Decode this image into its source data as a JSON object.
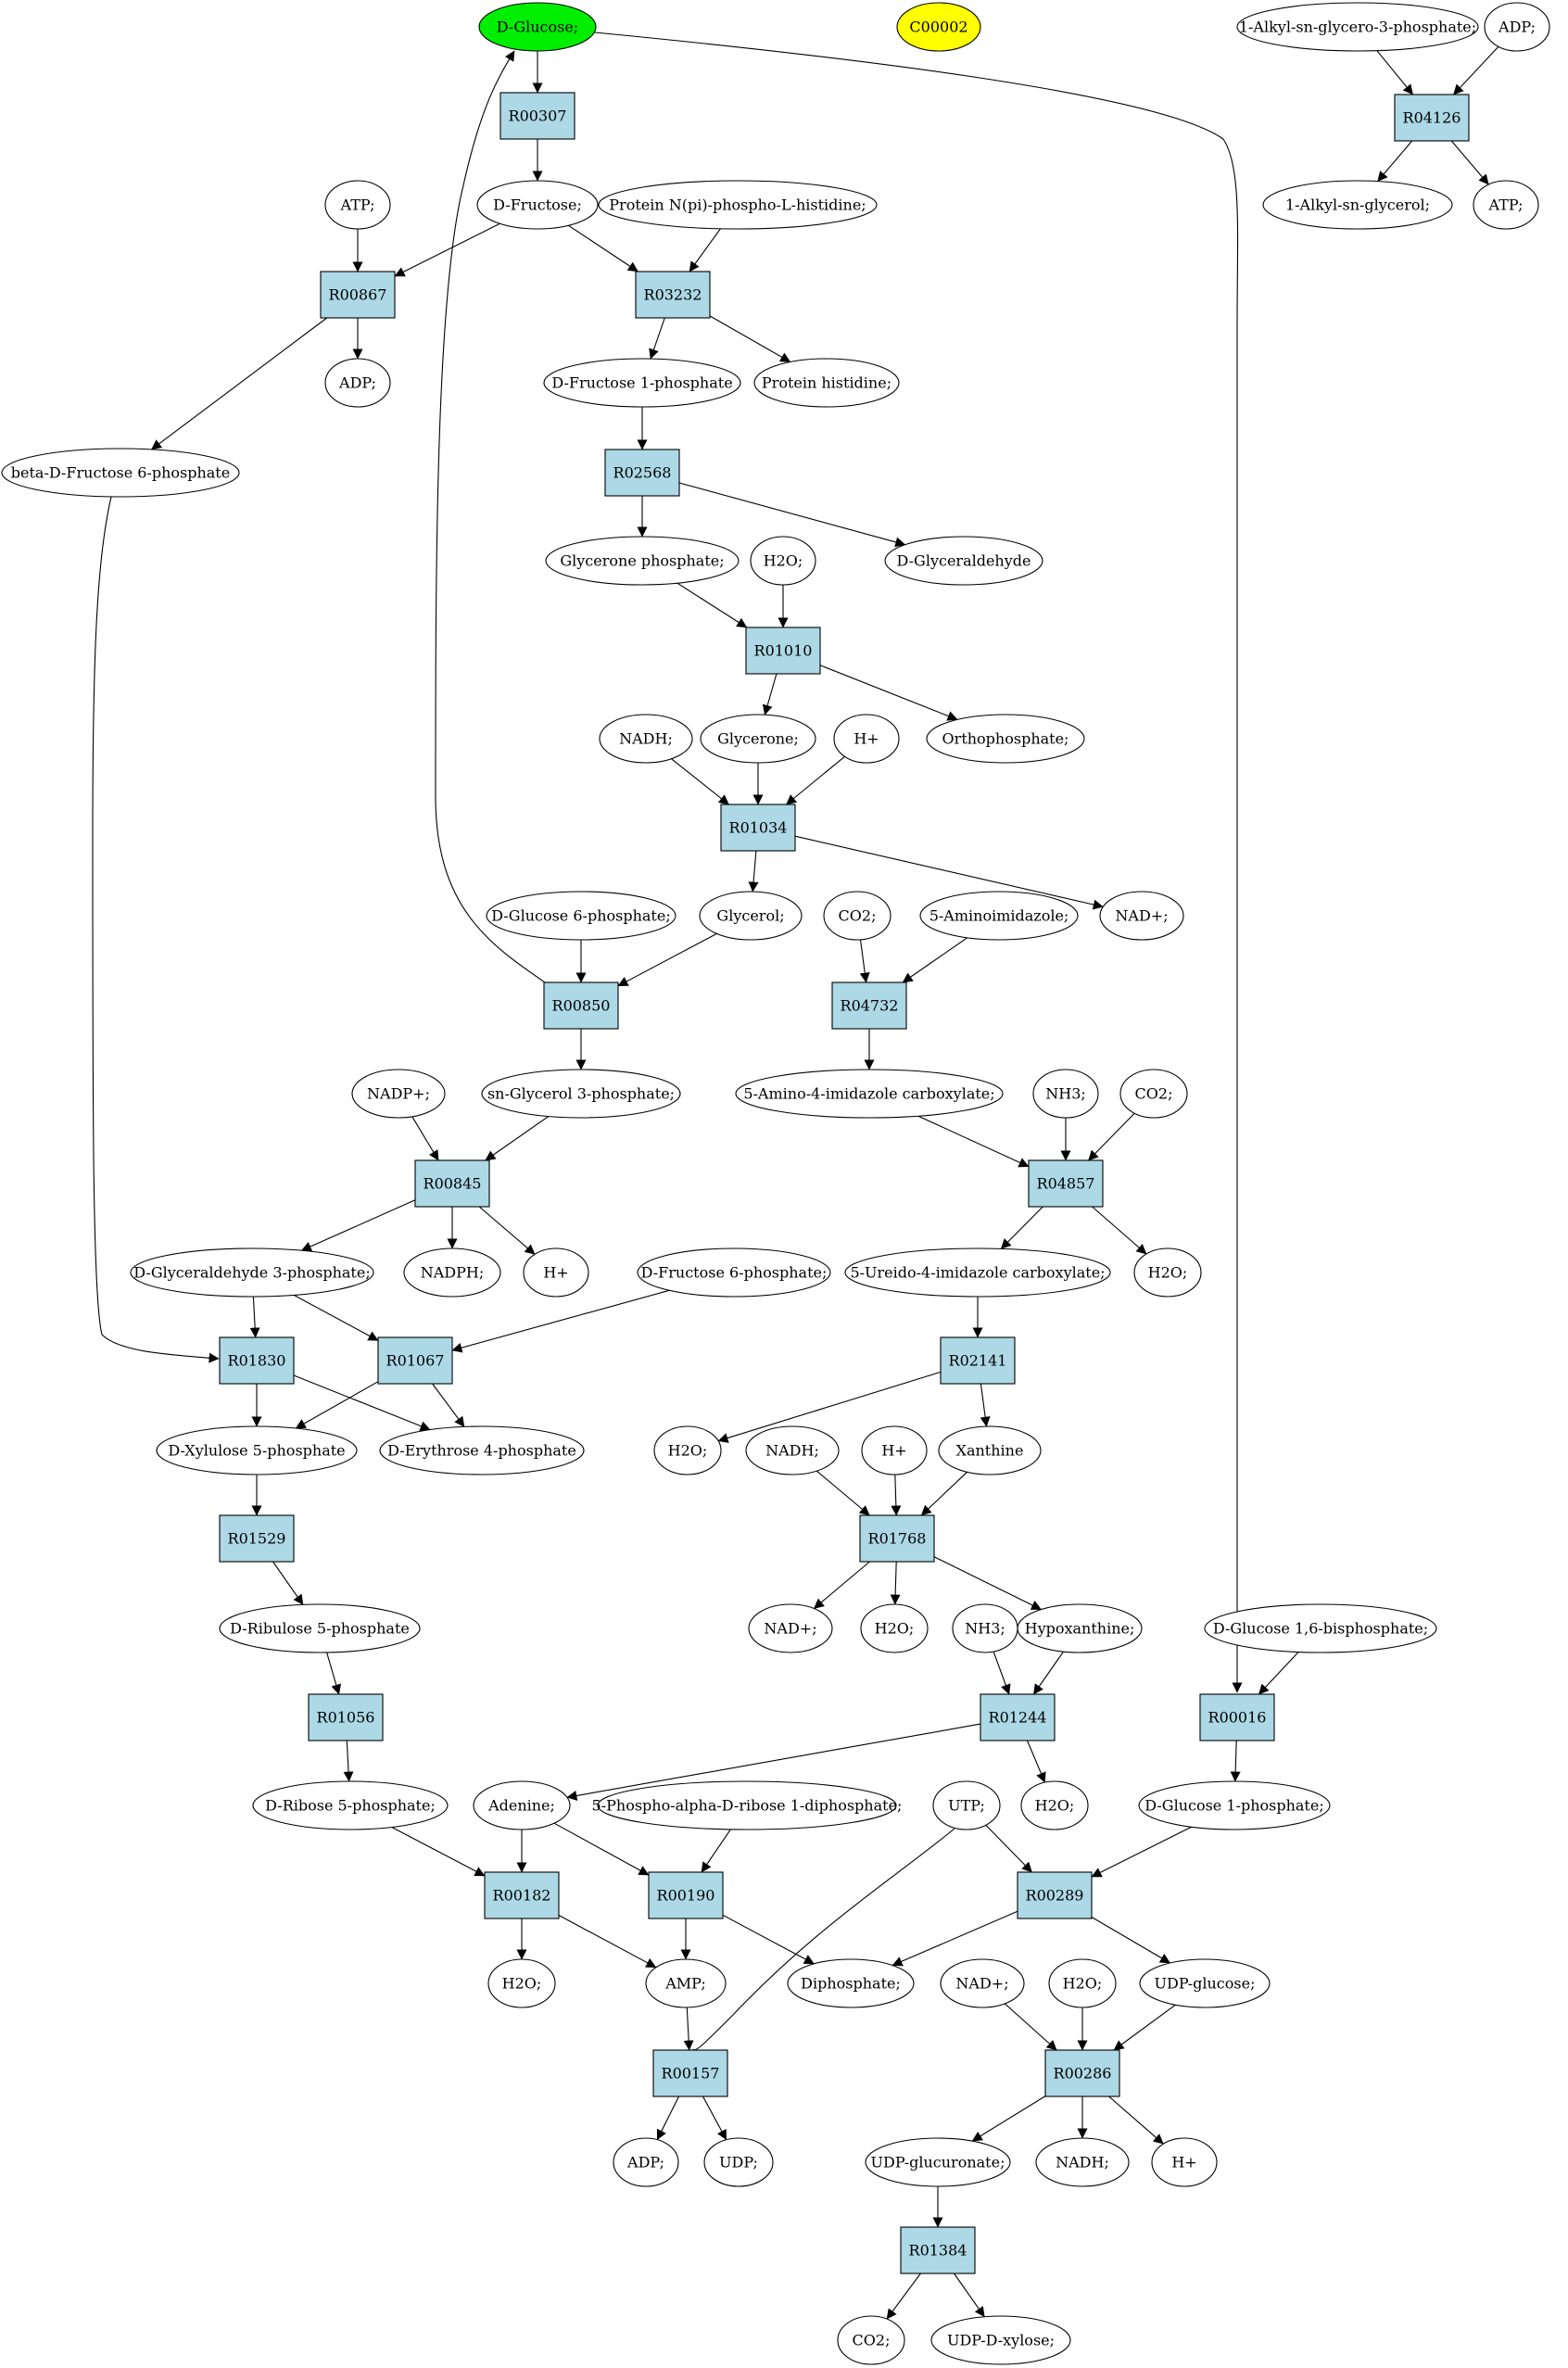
{
  "colors": {
    "reaction_fill": "#add8e6",
    "compound_fill": "#ffffff",
    "root_fill": "#00ee00",
    "highlight_fill": "#ffff00",
    "stroke": "#000000"
  },
  "nodes": [
    {
      "id": "glc",
      "label": "D-Glucose;",
      "kind": "compound",
      "style": "root"
    },
    {
      "id": "c00002",
      "label": "C00002",
      "kind": "compound",
      "style": "highlight"
    },
    {
      "id": "alkg3p",
      "label": "1-Alkyl-sn-glycero-3-phosphate;",
      "kind": "compound"
    },
    {
      "id": "adp_a",
      "label": "ADP;",
      "kind": "compound"
    },
    {
      "id": "R04126",
      "label": "R04126",
      "kind": "reaction"
    },
    {
      "id": "alkg",
      "label": "1-Alkyl-sn-glycerol;",
      "kind": "compound"
    },
    {
      "id": "atp_a",
      "label": "ATP;",
      "kind": "compound"
    },
    {
      "id": "R00307",
      "label": "R00307",
      "kind": "reaction"
    },
    {
      "id": "fru",
      "label": "D-Fructose;",
      "kind": "compound"
    },
    {
      "id": "atp1",
      "label": "ATP;",
      "kind": "compound"
    },
    {
      "id": "phis",
      "label": "Protein N(pi)-phospho-L-histidine;",
      "kind": "compound"
    },
    {
      "id": "R00867",
      "label": "R00867",
      "kind": "reaction"
    },
    {
      "id": "R03232",
      "label": "R03232",
      "kind": "reaction"
    },
    {
      "id": "adp1",
      "label": "ADP;",
      "kind": "compound"
    },
    {
      "id": "f1p",
      "label": "D-Fructose 1-phosphate",
      "kind": "compound"
    },
    {
      "id": "phist",
      "label": "Protein histidine;",
      "kind": "compound"
    },
    {
      "id": "bf6p",
      "label": "beta-D-Fructose 6-phosphate",
      "kind": "compound"
    },
    {
      "id": "R02568",
      "label": "R02568",
      "kind": "reaction"
    },
    {
      "id": "gnp",
      "label": "Glycerone phosphate;",
      "kind": "compound"
    },
    {
      "id": "h2o_1",
      "label": "H2O;",
      "kind": "compound"
    },
    {
      "id": "glyald",
      "label": "D-Glyceraldehyde",
      "kind": "compound"
    },
    {
      "id": "R01010",
      "label": "R01010",
      "kind": "reaction"
    },
    {
      "id": "nadh1",
      "label": "NADH;",
      "kind": "compound"
    },
    {
      "id": "glycerone",
      "label": "Glycerone;",
      "kind": "compound"
    },
    {
      "id": "hplus1",
      "label": "H+",
      "kind": "compound"
    },
    {
      "id": "ortho",
      "label": "Orthophosphate;",
      "kind": "compound"
    },
    {
      "id": "R01034",
      "label": "R01034",
      "kind": "reaction"
    },
    {
      "id": "nadp1",
      "label": "NAD+;",
      "kind": "compound"
    },
    {
      "id": "g6p",
      "label": "D-Glucose 6-phosphate;",
      "kind": "compound"
    },
    {
      "id": "glycerol",
      "label": "Glycerol;",
      "kind": "compound"
    },
    {
      "id": "co2_1",
      "label": "CO2;",
      "kind": "compound"
    },
    {
      "id": "aimid",
      "label": "5-Aminoimidazole;",
      "kind": "compound"
    },
    {
      "id": "R00850",
      "label": "R00850",
      "kind": "reaction"
    },
    {
      "id": "R04732",
      "label": "R04732",
      "kind": "reaction"
    },
    {
      "id": "nadpplus",
      "label": "NADP+;",
      "kind": "compound"
    },
    {
      "id": "g3p",
      "label": "sn-Glycerol 3-phosphate;",
      "kind": "compound"
    },
    {
      "id": "aic",
      "label": "5-Amino-4-imidazole carboxylate;",
      "kind": "compound"
    },
    {
      "id": "nh3_1",
      "label": "NH3;",
      "kind": "compound"
    },
    {
      "id": "co2_2",
      "label": "CO2;",
      "kind": "compound"
    },
    {
      "id": "R00845",
      "label": "R00845",
      "kind": "reaction"
    },
    {
      "id": "R04857",
      "label": "R04857",
      "kind": "reaction"
    },
    {
      "id": "gap",
      "label": "D-Glyceraldehyde 3-phosphate;",
      "kind": "compound"
    },
    {
      "id": "nadph",
      "label": "NADPH;",
      "kind": "compound"
    },
    {
      "id": "hplus2",
      "label": "H+",
      "kind": "compound"
    },
    {
      "id": "f6p",
      "label": "D-Fructose 6-phosphate;",
      "kind": "compound"
    },
    {
      "id": "uic",
      "label": "5-Ureido-4-imidazole carboxylate;",
      "kind": "compound"
    },
    {
      "id": "h2o_2",
      "label": "H2O;",
      "kind": "compound"
    },
    {
      "id": "R01830",
      "label": "R01830",
      "kind": "reaction"
    },
    {
      "id": "R01067",
      "label": "R01067",
      "kind": "reaction"
    },
    {
      "id": "R02141",
      "label": "R02141",
      "kind": "reaction"
    },
    {
      "id": "x5p",
      "label": "D-Xylulose 5-phosphate",
      "kind": "compound"
    },
    {
      "id": "e4p",
      "label": "D-Erythrose 4-phosphate",
      "kind": "compound"
    },
    {
      "id": "h2o_3",
      "label": "H2O;",
      "kind": "compound"
    },
    {
      "id": "nadh2",
      "label": "NADH;",
      "kind": "compound"
    },
    {
      "id": "hplus3",
      "label": "H+",
      "kind": "compound"
    },
    {
      "id": "xan",
      "label": "Xanthine",
      "kind": "compound"
    },
    {
      "id": "R01529",
      "label": "R01529",
      "kind": "reaction"
    },
    {
      "id": "R01768",
      "label": "R01768",
      "kind": "reaction"
    },
    {
      "id": "ru5p",
      "label": "D-Ribulose 5-phosphate",
      "kind": "compound"
    },
    {
      "id": "nadp2",
      "label": "NAD+;",
      "kind": "compound"
    },
    {
      "id": "h2o_4",
      "label": "H2O;",
      "kind": "compound"
    },
    {
      "id": "nh3_2",
      "label": "NH3;",
      "kind": "compound"
    },
    {
      "id": "hypx",
      "label": "Hypoxanthine;",
      "kind": "compound"
    },
    {
      "id": "g16bp",
      "label": "D-Glucose 1,6-bisphosphate;",
      "kind": "compound"
    },
    {
      "id": "R01056",
      "label": "R01056",
      "kind": "reaction"
    },
    {
      "id": "R01244",
      "label": "R01244",
      "kind": "reaction"
    },
    {
      "id": "R00016",
      "label": "R00016",
      "kind": "reaction"
    },
    {
      "id": "r5p",
      "label": "D-Ribose 5-phosphate;",
      "kind": "compound"
    },
    {
      "id": "ade",
      "label": "Adenine;",
      "kind": "compound"
    },
    {
      "id": "prpp",
      "label": "5-Phospho-alpha-D-ribose 1-diphosphate;",
      "kind": "compound"
    },
    {
      "id": "utp",
      "label": "UTP;",
      "kind": "compound"
    },
    {
      "id": "h2o_5",
      "label": "H2O;",
      "kind": "compound"
    },
    {
      "id": "g1p",
      "label": "D-Glucose 1-phosphate;",
      "kind": "compound"
    },
    {
      "id": "R00182",
      "label": "R00182",
      "kind": "reaction"
    },
    {
      "id": "R00190",
      "label": "R00190",
      "kind": "reaction"
    },
    {
      "id": "R00289",
      "label": "R00289",
      "kind": "reaction"
    },
    {
      "id": "h2o_6",
      "label": "H2O;",
      "kind": "compound"
    },
    {
      "id": "amp",
      "label": "AMP;",
      "kind": "compound"
    },
    {
      "id": "dip",
      "label": "Diphosphate;",
      "kind": "compound"
    },
    {
      "id": "nadp3",
      "label": "NAD+;",
      "kind": "compound"
    },
    {
      "id": "h2o_7",
      "label": "H2O;",
      "kind": "compound"
    },
    {
      "id": "udpg",
      "label": "UDP-glucose;",
      "kind": "compound"
    },
    {
      "id": "R00157",
      "label": "R00157",
      "kind": "reaction"
    },
    {
      "id": "R00286",
      "label": "R00286",
      "kind": "reaction"
    },
    {
      "id": "adp2",
      "label": "ADP;",
      "kind": "compound"
    },
    {
      "id": "udp",
      "label": "UDP;",
      "kind": "compound"
    },
    {
      "id": "udpgluc",
      "label": "UDP-glucuronate;",
      "kind": "compound"
    },
    {
      "id": "nadh3",
      "label": "NADH;",
      "kind": "compound"
    },
    {
      "id": "hplus4",
      "label": "H+",
      "kind": "compound"
    },
    {
      "id": "R01384",
      "label": "R01384",
      "kind": "reaction"
    },
    {
      "id": "co2_3",
      "label": "CO2;",
      "kind": "compound"
    },
    {
      "id": "udpxyl",
      "label": "UDP-D-xylose;",
      "kind": "compound"
    }
  ],
  "edges": [
    [
      "glc",
      "R00307"
    ],
    [
      "R00307",
      "fru"
    ],
    [
      "alkg3p",
      "R04126"
    ],
    [
      "adp_a",
      "R04126"
    ],
    [
      "R04126",
      "alkg"
    ],
    [
      "R04126",
      "atp_a"
    ],
    [
      "atp1",
      "R00867"
    ],
    [
      "fru",
      "R00867"
    ],
    [
      "fru",
      "R03232"
    ],
    [
      "phis",
      "R03232"
    ],
    [
      "R00867",
      "adp1"
    ],
    [
      "R00867",
      "bf6p"
    ],
    [
      "R03232",
      "f1p"
    ],
    [
      "R03232",
      "phist"
    ],
    [
      "f1p",
      "R02568"
    ],
    [
      "R02568",
      "gnp"
    ],
    [
      "R02568",
      "glyald"
    ],
    [
      "gnp",
      "R01010"
    ],
    [
      "h2o_1",
      "R01010"
    ],
    [
      "R01010",
      "glycerone"
    ],
    [
      "R01010",
      "ortho"
    ],
    [
      "nadh1",
      "R01034"
    ],
    [
      "glycerone",
      "R01034"
    ],
    [
      "hplus1",
      "R01034"
    ],
    [
      "R01034",
      "glycerol"
    ],
    [
      "R01034",
      "nadp1"
    ],
    [
      "g6p",
      "R00850"
    ],
    [
      "glycerol",
      "R00850"
    ],
    [
      "R00850",
      "glc"
    ],
    [
      "R00850",
      "g3p"
    ],
    [
      "co2_1",
      "R04732"
    ],
    [
      "aimid",
      "R04732"
    ],
    [
      "R04732",
      "aic"
    ],
    [
      "nadpplus",
      "R00845"
    ],
    [
      "g3p",
      "R00845"
    ],
    [
      "R00845",
      "gap"
    ],
    [
      "R00845",
      "nadph"
    ],
    [
      "R00845",
      "hplus2"
    ],
    [
      "aic",
      "R04857"
    ],
    [
      "nh3_1",
      "R04857"
    ],
    [
      "co2_2",
      "R04857"
    ],
    [
      "R04857",
      "uic"
    ],
    [
      "R04857",
      "h2o_2"
    ],
    [
      "bf6p",
      "R01830"
    ],
    [
      "gap",
      "R01830"
    ],
    [
      "gap",
      "R01067"
    ],
    [
      "f6p",
      "R01067"
    ],
    [
      "R01830",
      "x5p"
    ],
    [
      "R01830",
      "e4p"
    ],
    [
      "R01067",
      "x5p"
    ],
    [
      "R01067",
      "e4p"
    ],
    [
      "uic",
      "R02141"
    ],
    [
      "R02141",
      "h2o_3"
    ],
    [
      "R02141",
      "xan"
    ],
    [
      "nadh2",
      "R01768"
    ],
    [
      "hplus3",
      "R01768"
    ],
    [
      "xan",
      "R01768"
    ],
    [
      "R01768",
      "nadp2"
    ],
    [
      "R01768",
      "h2o_4"
    ],
    [
      "R01768",
      "hypx"
    ],
    [
      "x5p",
      "R01529"
    ],
    [
      "R01529",
      "ru5p"
    ],
    [
      "ru5p",
      "R01056"
    ],
    [
      "R01056",
      "r5p"
    ],
    [
      "nh3_2",
      "R01244"
    ],
    [
      "hypx",
      "R01244"
    ],
    [
      "R01244",
      "ade"
    ],
    [
      "R01244",
      "h2o_5"
    ],
    [
      "glc",
      "R00016"
    ],
    [
      "g16bp",
      "R00016"
    ],
    [
      "R00016",
      "g1p"
    ],
    [
      "r5p",
      "R00182"
    ],
    [
      "ade",
      "R00182"
    ],
    [
      "ade",
      "R00190"
    ],
    [
      "prpp",
      "R00190"
    ],
    [
      "R00182",
      "h2o_6"
    ],
    [
      "R00182",
      "amp"
    ],
    [
      "R00190",
      "amp"
    ],
    [
      "R00190",
      "dip"
    ],
    [
      "utp",
      "R00289"
    ],
    [
      "g1p",
      "R00289"
    ],
    [
      "R00289",
      "dip"
    ],
    [
      "R00289",
      "udpg"
    ],
    [
      "amp",
      "R00157"
    ],
    [
      "utp",
      "R00157"
    ],
    [
      "R00157",
      "adp2"
    ],
    [
      "R00157",
      "udp"
    ],
    [
      "nadp3",
      "R00286"
    ],
    [
      "h2o_7",
      "R00286"
    ],
    [
      "udpg",
      "R00286"
    ],
    [
      "R00286",
      "udpgluc"
    ],
    [
      "R00286",
      "nadh3"
    ],
    [
      "R00286",
      "hplus4"
    ],
    [
      "udpgluc",
      "R01384"
    ],
    [
      "R01384",
      "co2_3"
    ],
    [
      "R01384",
      "udpxyl"
    ]
  ]
}
